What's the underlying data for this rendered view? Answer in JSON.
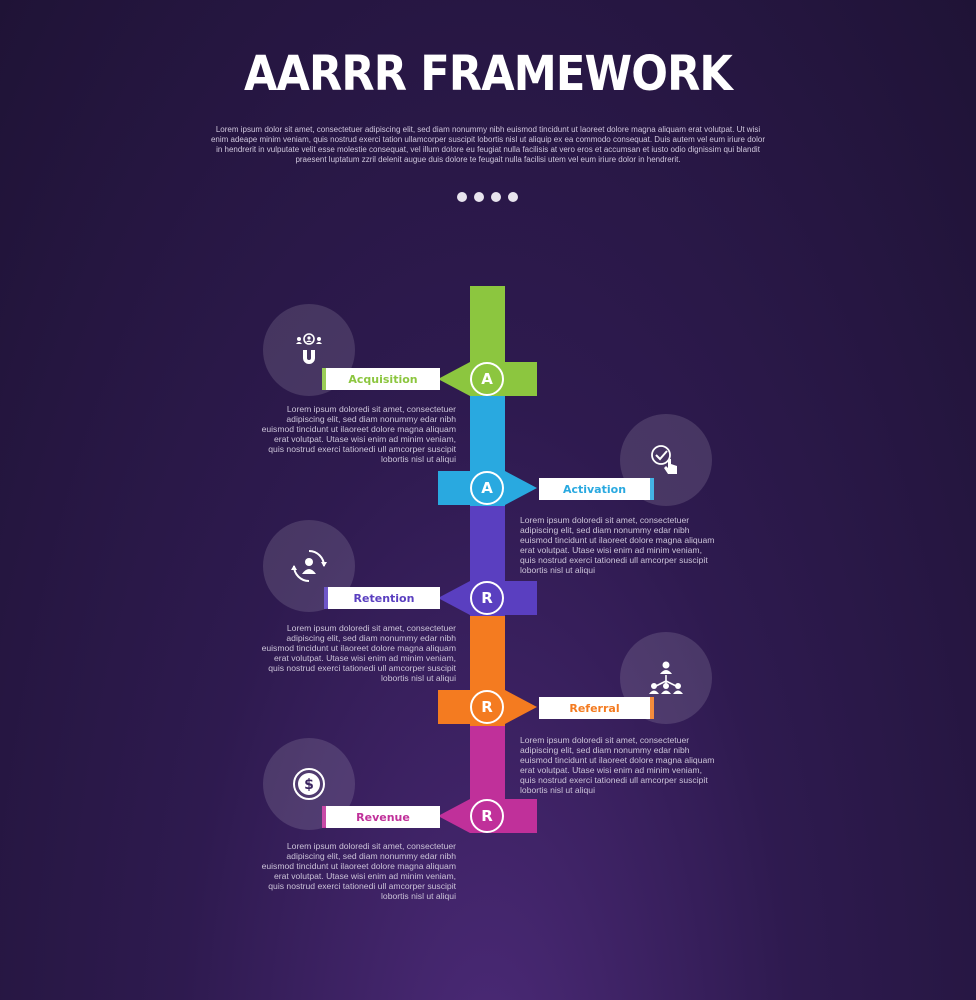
{
  "title": "AARRR FRAMEWORK",
  "subtitle": "Lorem ipsum dolor sit amet, consectetuer adipiscing elit, sed diam nonummy nibh euismod tincidunt ut laoreet dolore magna aliquam erat volutpat. Ut wisi enim adeape minim veniam, quis nostrud exerci tation ullamcorper suscipit lobortis nisl ut aliquip ex ea commodo consequat. Duis autem vel eum iriure dolor in hendrerit in vulputate velit esse molestie consequat, vel illum dolore eu feugiat nulla facilisis at vero eros et accumsan et iusto odio dignissim qui blandit praesent luptatum zzril delenit augue duis dolore te feugait nulla facilisi utem vel eum iriure dolor in hendrerit.",
  "steps": [
    {
      "label": "Acquisition",
      "letter": "A",
      "color": "#8cc63f",
      "icon": "magnet-users-icon",
      "text": "Lorem ipsum doloredi sit amet, consectetuer adipiscing elit, sed diam nonummy edar nibh euismod tincidunt ut ilaoreet dolore magna aliquam erat volutpat. Utase wisi enim ad minim veniam, quis nostrud exerci tationedi ull amcorper suscipit lobortis nisl ut aliqui"
    },
    {
      "label": "Activation",
      "letter": "A",
      "color": "#29a9e0",
      "icon": "check-hand-icon",
      "text": "Lorem ipsum doloredi sit amet, consectetuer adipiscing elit, sed diam nonummy edar nibh euismod tincidunt ut ilaoreet dolore magna aliquam erat volutpat. Utase wisi enim ad minim veniam, quis nostrud exerci tationedi ull amcorper suscipit lobortis nisl ut aliqui"
    },
    {
      "label": "Retention",
      "letter": "R",
      "color": "#5a3fc0",
      "icon": "user-cycle-icon",
      "text": "Lorem ipsum doloredi sit amet, consectetuer adipiscing elit, sed diam nonummy edar nibh euismod tincidunt ut ilaoreet dolore magna aliquam erat volutpat. Utase wisi enim ad minim veniam, quis nostrud exerci tationedi ull amcorper suscipit lobortis nisl ut aliqui"
    },
    {
      "label": "Referral",
      "letter": "R",
      "color": "#f47b20",
      "icon": "user-network-icon",
      "text": "Lorem ipsum doloredi sit amet, consectetuer adipiscing elit, sed diam nonummy edar nibh euismod tincidunt ut ilaoreet dolore magna aliquam erat volutpat. Utase wisi enim ad minim veniam, quis nostrud exerci tationedi ull amcorper suscipit lobortis nisl ut aliqui"
    },
    {
      "label": "Revenue",
      "letter": "R",
      "color": "#c0309a",
      "icon": "dollar-coin-icon",
      "text": "Lorem ipsum doloredi sit amet, consectetuer adipiscing elit, sed diam nonummy edar nibh euismod tincidunt ut ilaoreet dolore magna aliquam erat volutpat. Utase wisi enim ad minim veniam, quis nostrud exerci tationedi ull amcorper suscipit lobortis nisl ut aliqui"
    }
  ]
}
